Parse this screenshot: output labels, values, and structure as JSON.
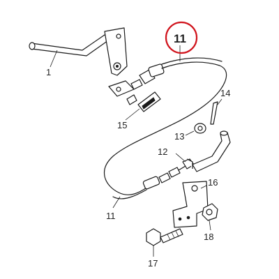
{
  "callouts": {
    "c1": "1",
    "c11_top": "11",
    "c11_bottom": "11",
    "c12": "12",
    "c13": "13",
    "c14": "14",
    "c15": "15",
    "c16": "16",
    "c17": "17",
    "c18": "18"
  },
  "colors": {
    "highlight": "#d0121b",
    "line": "#1a1a1a"
  }
}
